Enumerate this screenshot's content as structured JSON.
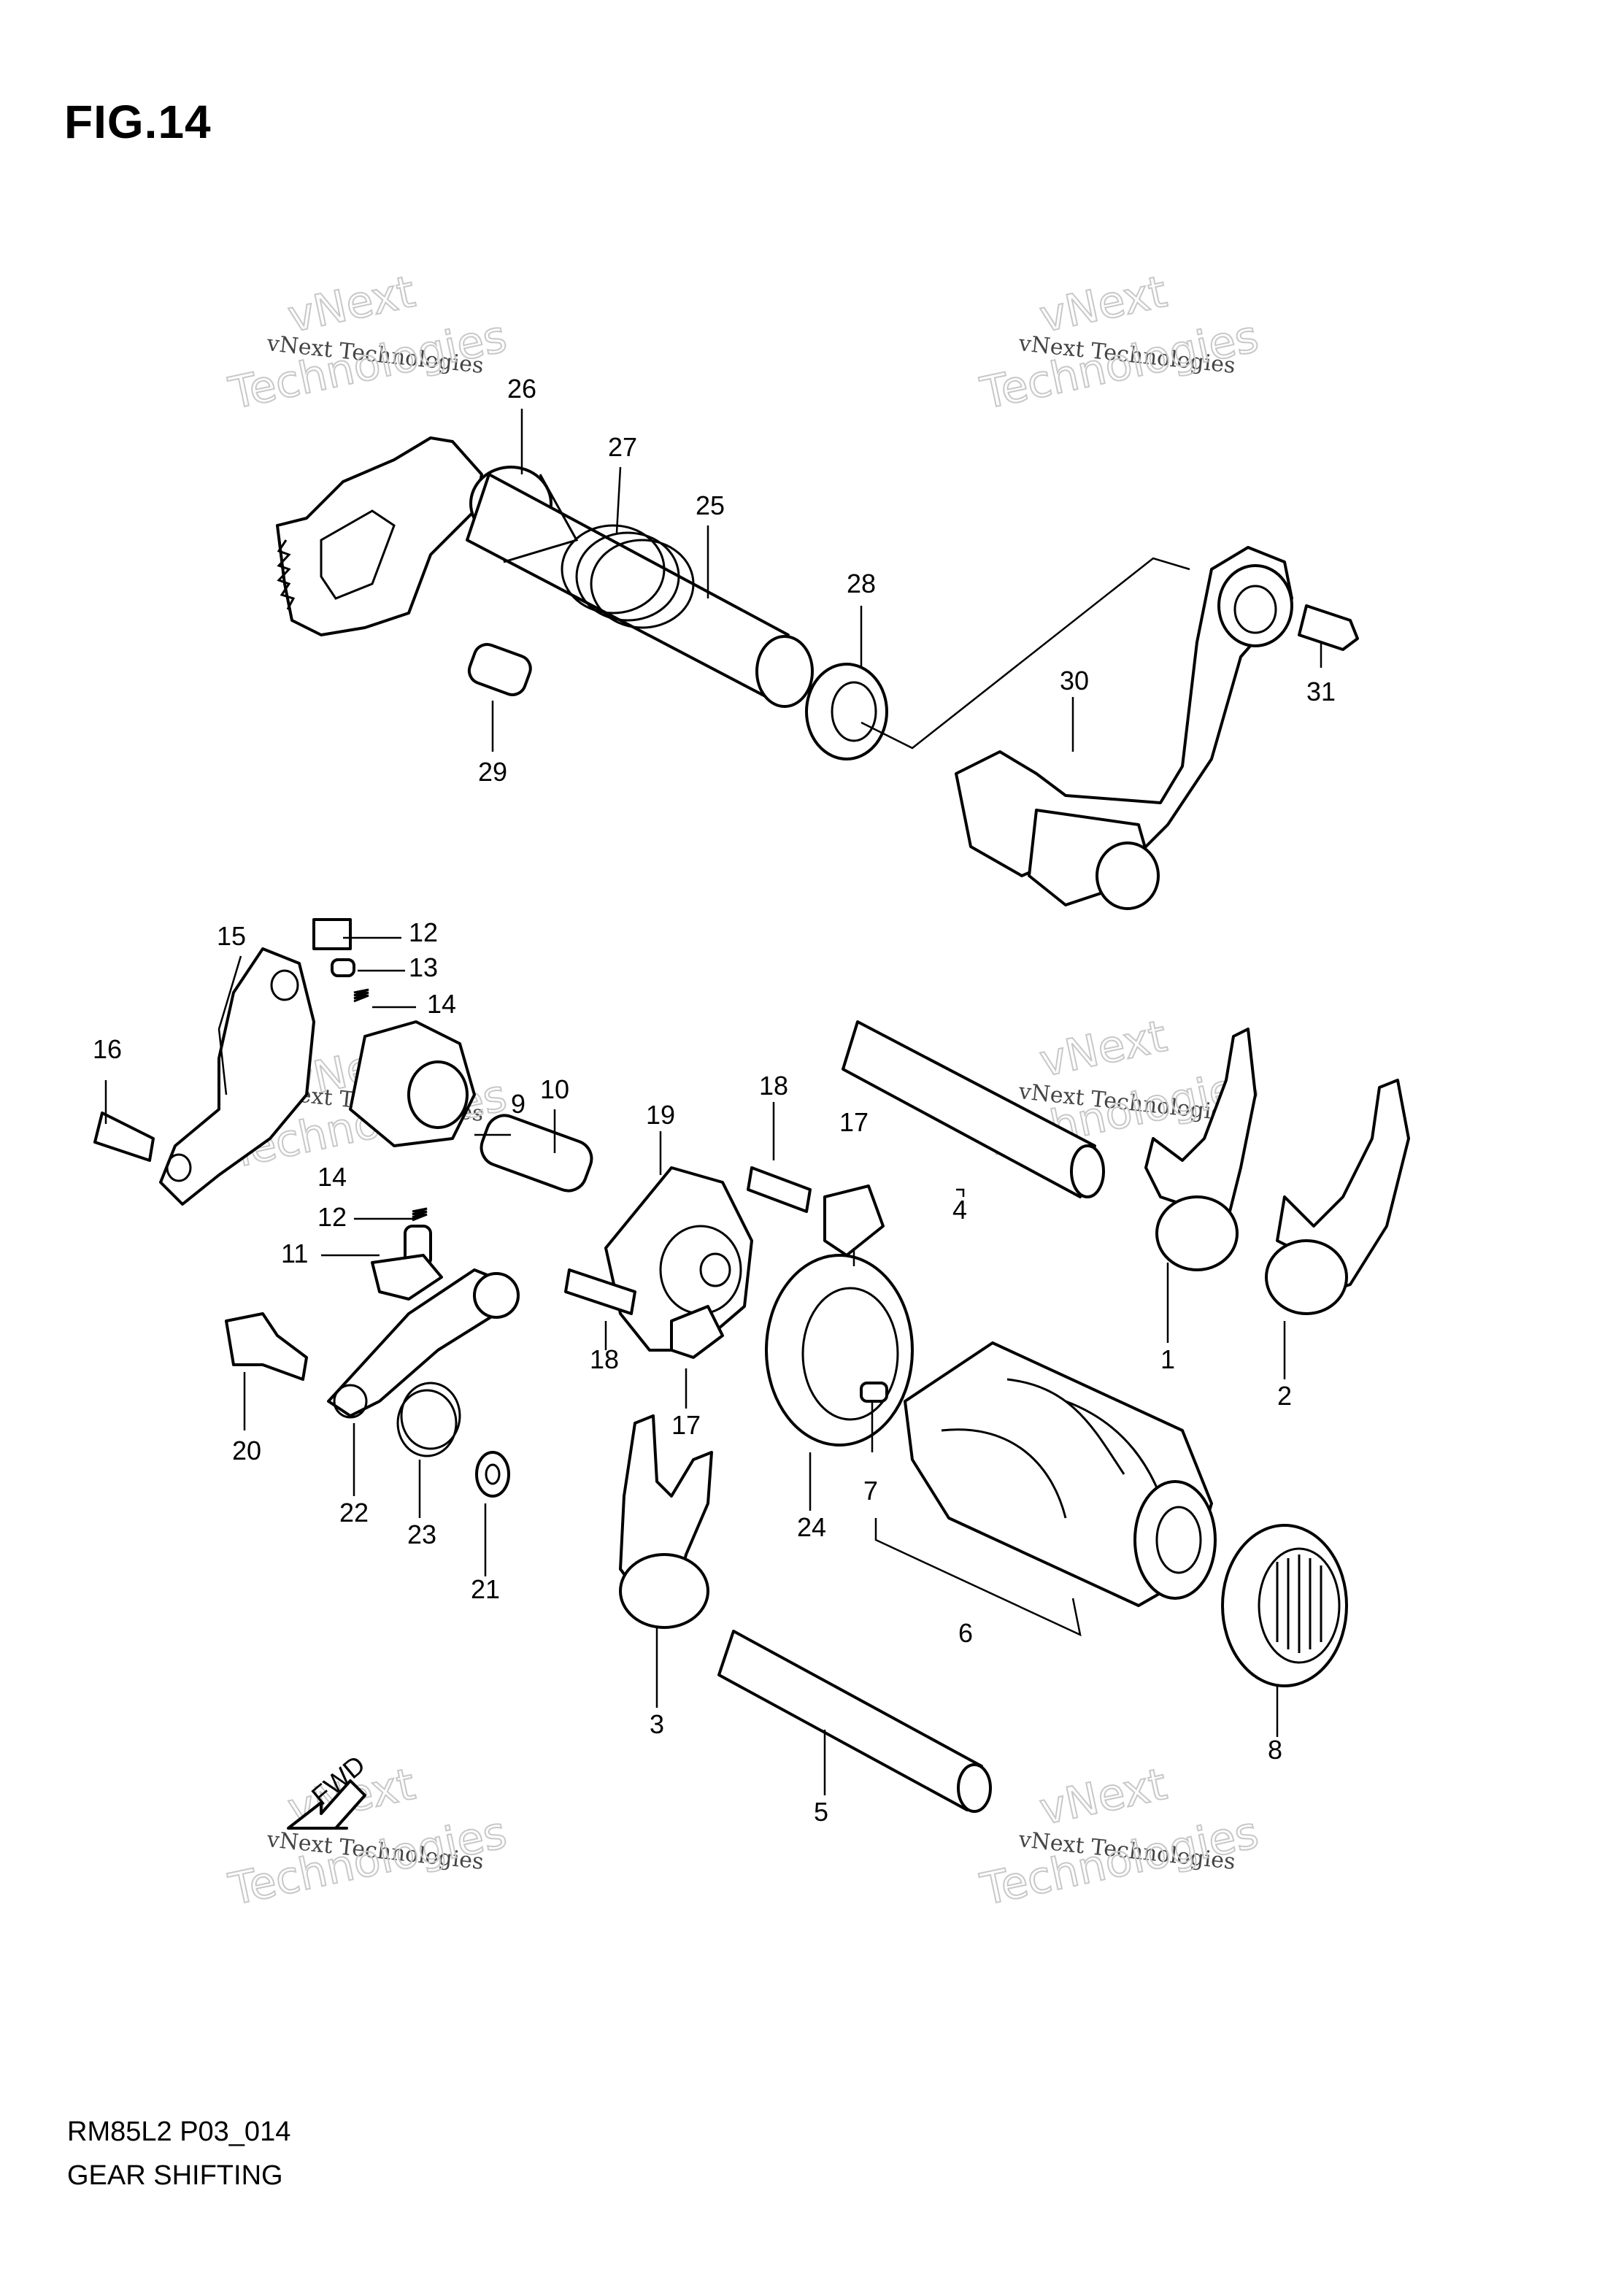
{
  "figure": {
    "title": "FIG.14",
    "code": "RM85L2 P03_014",
    "name": "GEAR SHIFTING",
    "fwd_label": "FWD"
  },
  "watermark": {
    "line1": "vNext Technologies",
    "line2": "vNext",
    "line3": "Technologies"
  },
  "callouts": [
    "1",
    "2",
    "3",
    "4",
    "5",
    "6",
    "7",
    "8",
    "9",
    "10",
    "11",
    "12",
    "12",
    "13",
    "14",
    "14",
    "15",
    "16",
    "17",
    "17",
    "18",
    "18",
    "19",
    "20",
    "21",
    "22",
    "23",
    "24",
    "25",
    "26",
    "27",
    "28",
    "29",
    "30",
    "31"
  ]
}
